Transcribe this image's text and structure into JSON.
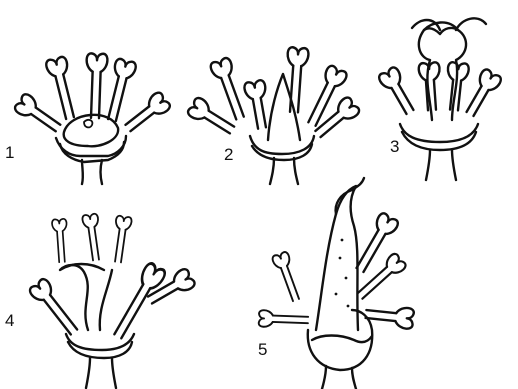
{
  "panels": [
    {
      "number": "1"
    },
    {
      "number": "2"
    },
    {
      "number": "3"
    },
    {
      "number": "4"
    },
    {
      "number": "5"
    }
  ]
}
